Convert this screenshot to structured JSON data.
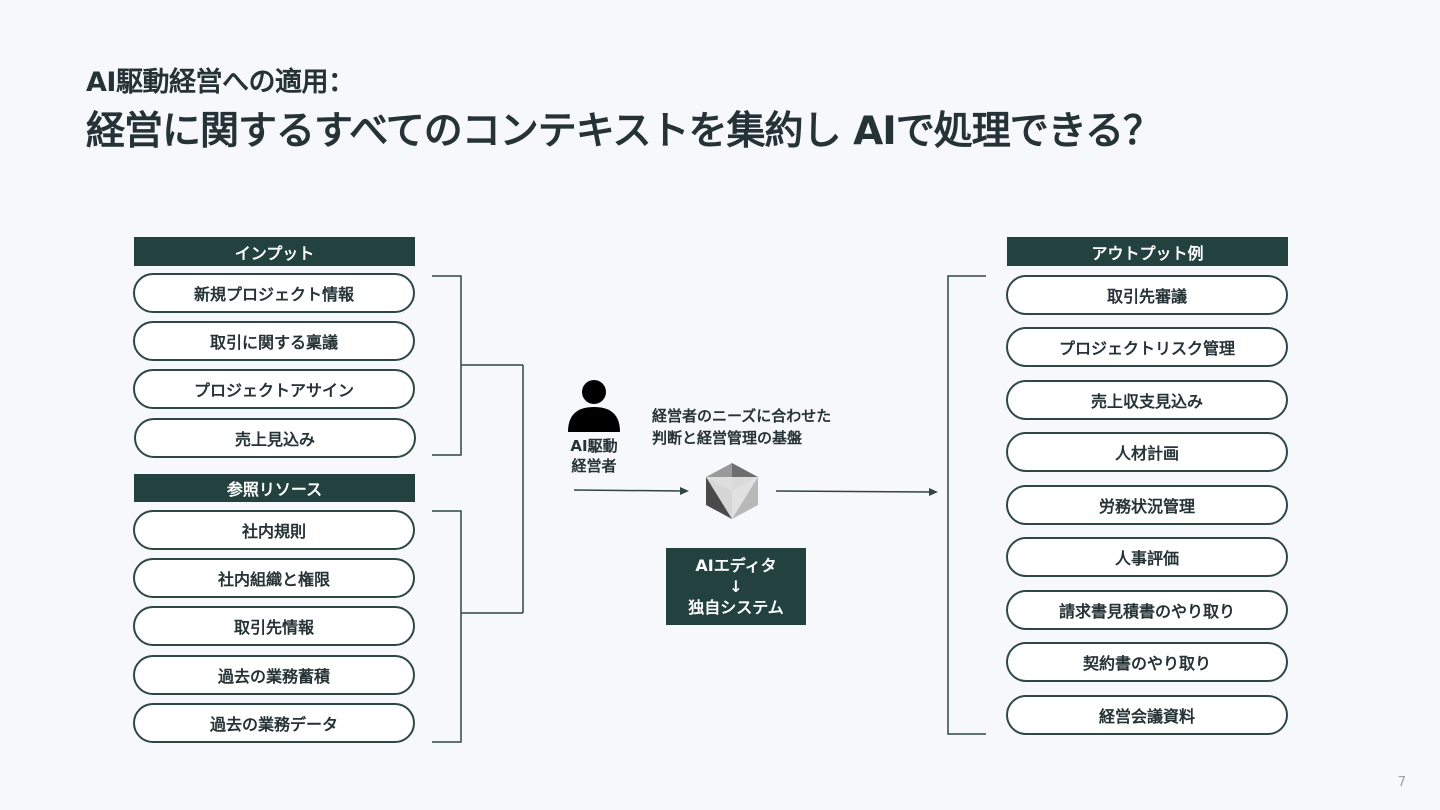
{
  "title": {
    "line1": "AI駆動経営への適用：",
    "line2": "経営に関するすべてのコンテキストを集約し AIで処理できる？"
  },
  "input": {
    "header": "インプット",
    "items": [
      "新規プロジェクト情報",
      "取引に関する稟議",
      "プロジェクトアサイン",
      "売上見込み"
    ]
  },
  "reference": {
    "header": "参照リソース",
    "items": [
      "社内規則",
      "社内組織と権限",
      "取引先情報",
      "過去の業務蓄積",
      "過去の業務データ"
    ]
  },
  "center": {
    "person_label_1": "AI駆動",
    "person_label_2": "経営者",
    "desc_line1": "経営者のニーズに合わせた",
    "desc_line2": "判断と経営管理の基盤",
    "ai_box_line1": "AIエディタ",
    "ai_box_arrow": "↓",
    "ai_box_line2": "独自システム",
    "icons": {
      "person": "person-icon",
      "engine": "cube-logo-icon"
    }
  },
  "output": {
    "header": "アウトプット例",
    "items": [
      "取引先審議",
      "プロジェクトリスク管理",
      "売上収支見込み",
      "人材計画",
      "労務状況管理",
      "人事評価",
      "請求書見積書のやり取り",
      "契約書のやり取り",
      "経営会議資料"
    ]
  },
  "page_number": "7",
  "colors": {
    "accent": "#23423f",
    "background": "#f6f8fc",
    "text": "#263336"
  }
}
